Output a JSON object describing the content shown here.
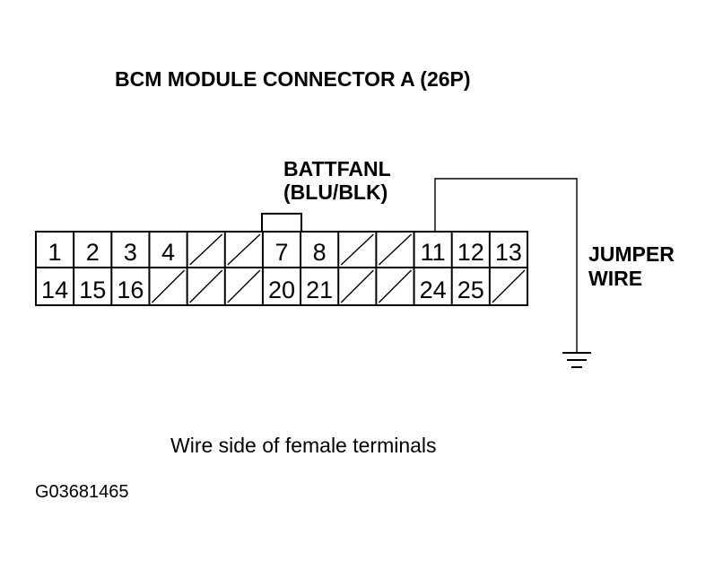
{
  "title": "BCM MODULE CONNECTOR A (26P)",
  "wire_label": {
    "line1": "BATTFANL",
    "line2": "(BLU/BLK)"
  },
  "jumper_label": {
    "line1": "JUMPER",
    "line2": "WIRE"
  },
  "connector": {
    "top_row": [
      "1",
      "2",
      "3",
      "4",
      "",
      "",
      "7",
      "8",
      "",
      "",
      "11",
      "12",
      "13"
    ],
    "bottom_row": [
      "14",
      "15",
      "16",
      "",
      "",
      "",
      "20",
      "21",
      "",
      "",
      "24",
      "25",
      ""
    ]
  },
  "caption": "Wire side of female terminals",
  "figure_code": "G03681465"
}
